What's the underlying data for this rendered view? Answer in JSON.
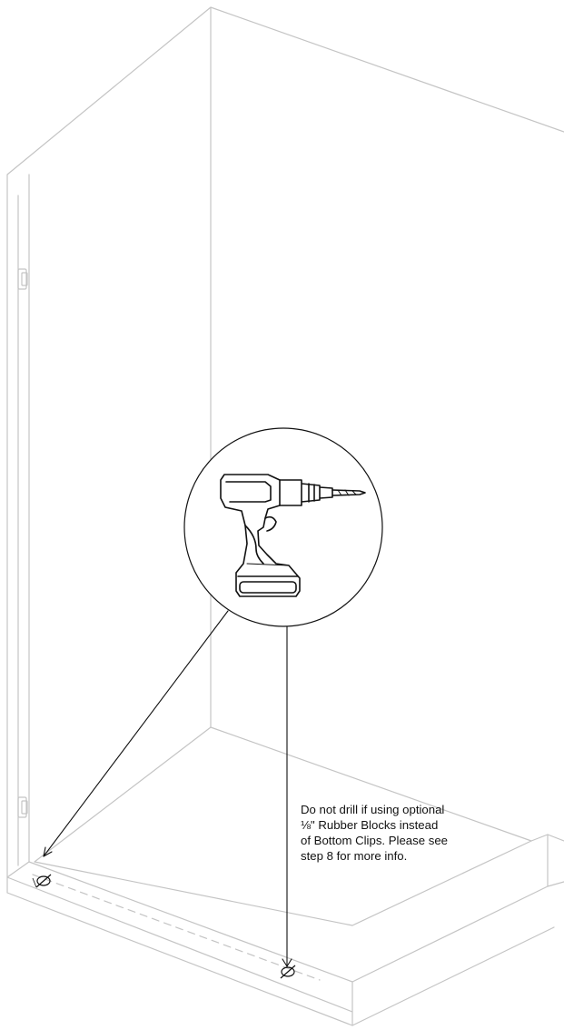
{
  "diagram": {
    "colors": {
      "outline": "#c4c4c4",
      "ink": "#111111",
      "background": "#ffffff"
    },
    "icons": [
      "power-drill-icon",
      "drill-hole-marker-icon",
      "arrow-icon",
      "clip-icon"
    ],
    "note": {
      "lines": [
        "Do not drill if using optional",
        "⅛\" Rubber Blocks instead",
        "of Bottom Clips. Please see",
        "step 8 for more info."
      ]
    }
  }
}
